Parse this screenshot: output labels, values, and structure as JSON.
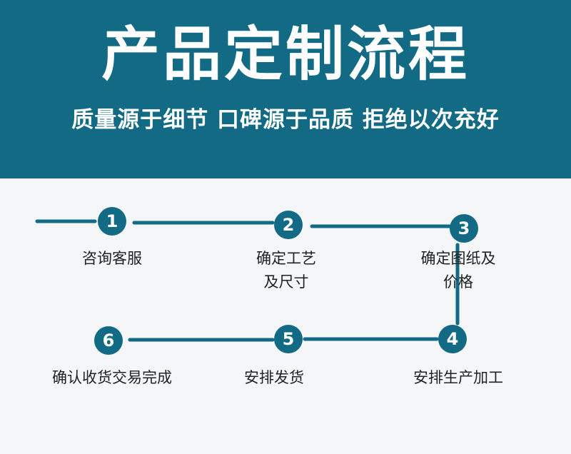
{
  "header": {
    "title": "产品定制流程",
    "subtitle": "质量源于细节 口碑源于品质 拒绝以次充好"
  },
  "colors": {
    "primary": "#126a84",
    "background": "#f4f6f8",
    "text": "#222222"
  },
  "steps": [
    {
      "number": "1",
      "label_line1": "咨询客服",
      "label_line2": ""
    },
    {
      "number": "2",
      "label_line1": "确定工艺",
      "label_line2": "及尺寸"
    },
    {
      "number": "3",
      "label_line1": "确定图纸及",
      "label_line2": "价格"
    },
    {
      "number": "4",
      "label_line1": "安排生产加工",
      "label_line2": ""
    },
    {
      "number": "5",
      "label_line1": "安排发货",
      "label_line2": ""
    },
    {
      "number": "6",
      "label_line1": "确认收货交易完成",
      "label_line2": ""
    }
  ]
}
